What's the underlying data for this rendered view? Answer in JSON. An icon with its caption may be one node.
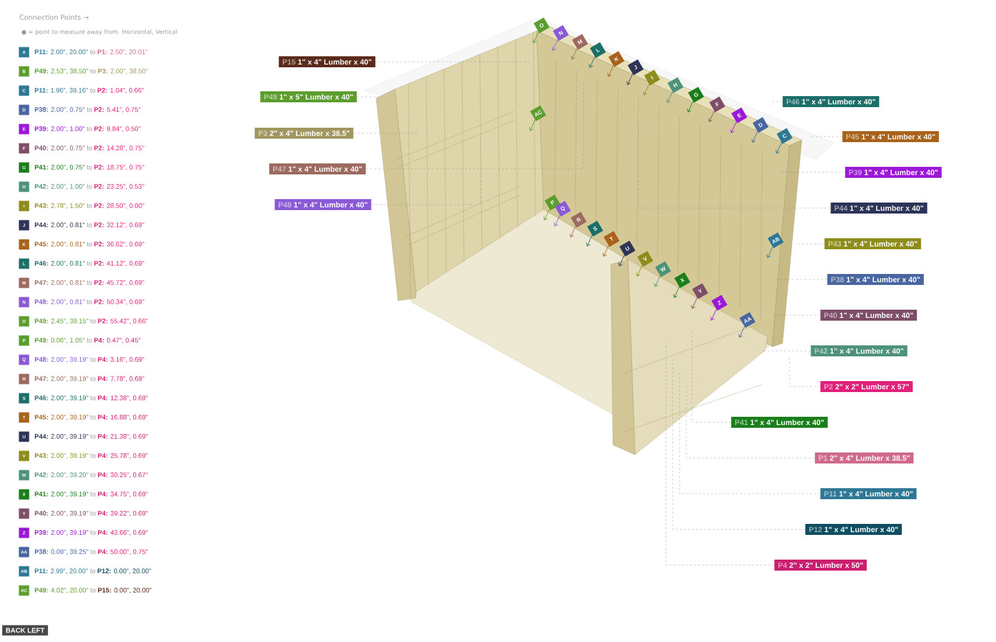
{
  "diagram": {
    "title": "Connection Points →",
    "labels": [
      "● = point to measure away from. Horizontal, Vertical"
    ],
    "nodes": [
      {
        "text": [
          "A"
        ],
        "beside": [
          "P11:",
          "2.00\", 20.00\"",
          "to",
          "P1:",
          "2.50\", 20.01\""
        ]
      },
      {
        "text": [
          "B"
        ],
        "beside": [
          "P49:",
          "2.53\", 38.50\"",
          "to",
          "P3:",
          "2.00\", 38.50\""
        ]
      },
      {
        "text": [
          "C"
        ],
        "beside": [
          "P11:",
          "1.96\", 39.16\"",
          "to",
          "P2:",
          "1.04\", 0.66\""
        ]
      },
      {
        "text": [
          "D"
        ],
        "beside": [
          "P38:",
          "2.00\", 0.75\"",
          "to",
          "P2:",
          "5.41\", 0.75\""
        ]
      },
      {
        "text": [
          "E"
        ],
        "beside": [
          "P39:",
          "2.00\", 1.00\"",
          "to",
          "P2:",
          "9.84\", 0.50\""
        ]
      },
      {
        "text": [
          "F"
        ],
        "beside": [
          "P40:",
          "2.00\", 0.75\"",
          "to",
          "P2:",
          "14.28\", 0.75\""
        ]
      },
      {
        "text": [
          "G"
        ],
        "beside": [
          "P41:",
          "2.00\", 0.75\"",
          "to",
          "P2:",
          "18.75\", 0.75\""
        ]
      },
      {
        "text": [
          "H"
        ],
        "beside": [
          "P42:",
          "2.00\", 1.00\"",
          "to",
          "P2:",
          "23.25\", 0.53\""
        ]
      },
      {
        "text": [
          "I"
        ],
        "beside": [
          "P43:",
          "2.78\", 1.50\"",
          "to",
          "P2:",
          "28.50\", 0.00\""
        ]
      },
      {
        "text": [
          "J"
        ],
        "beside": [
          "P44:",
          "2.00\", 0.81\"",
          "to",
          "P2:",
          "32.12\", 0.69\""
        ]
      },
      {
        "text": [
          "K"
        ],
        "beside": [
          "P45:",
          "2.00\", 0.81\"",
          "to",
          "P2:",
          "36.62\", 0.69\""
        ]
      },
      {
        "text": [
          "L"
        ],
        "beside": [
          "P46:",
          "2.00\", 0.81\"",
          "to",
          "P2:",
          "41.12\", 0.69\""
        ]
      },
      {
        "text": [
          "M"
        ],
        "beside": [
          "P47:",
          "2.00\", 0.81\"",
          "to",
          "P2:",
          "45.72\", 0.69\""
        ]
      },
      {
        "text": [
          "N"
        ],
        "beside": [
          "P48:",
          "2.00\", 0.81\"",
          "to",
          "P2:",
          "50.34\", 0.69\""
        ]
      },
      {
        "text": [
          "O"
        ],
        "beside": [
          "P49:",
          "2.45\", 39.15\"",
          "to",
          "P2:",
          "55.42\", 0.66\""
        ]
      },
      {
        "text": [
          "P"
        ],
        "beside": [
          "P49:",
          "0.06\", 1.05\"",
          "to",
          "P4:",
          "0.47\", 0.45\""
        ]
      },
      {
        "text": [
          "Q"
        ],
        "beside": [
          "P48:",
          "2.00\", 39.19\"",
          "to",
          "P4:",
          "3.16\", 0.69\""
        ]
      },
      {
        "text": [
          "R"
        ],
        "beside": [
          "P47:",
          "2.00\", 39.19\"",
          "to",
          "P4:",
          "7.78\", 0.69\""
        ]
      },
      {
        "text": [
          "S"
        ],
        "beside": [
          "P46:",
          "2.00\", 39.19\"",
          "to",
          "P4:",
          "12.38\", 0.69\""
        ]
      },
      {
        "text": [
          "T"
        ],
        "beside": [
          "P45:",
          "2.00\", 39.19\"",
          "to",
          "P4:",
          "16.88\", 0.69\""
        ]
      },
      {
        "text": [
          "U"
        ],
        "beside": [
          "P44:",
          "2.00\", 39.19\"",
          "to",
          "P4:",
          "21.38\", 0.69\""
        ]
      },
      {
        "text": [
          "V"
        ],
        "beside": [
          "P43:",
          "2.00\", 39.19\"",
          "to",
          "P4:",
          "25.78\", 0.69\""
        ]
      },
      {
        "text": [
          "W"
        ],
        "beside": [
          "P42:",
          "2.00\", 39.20\"",
          "to",
          "P4:",
          "30.25\", 0.67\""
        ]
      },
      {
        "text": [
          "X"
        ],
        "beside": [
          "P41:",
          "2.00\", 39.19\"",
          "to",
          "P4:",
          "34.75\", 0.69\""
        ]
      },
      {
        "text": [
          "Y"
        ],
        "beside": [
          "P40:",
          "2.00\", 39.19\"",
          "to",
          "P4:",
          "39.22\", 0.69\""
        ]
      },
      {
        "text": [
          "Z"
        ],
        "beside": [
          "P39:",
          "2.00\", 39.19\"",
          "to",
          "P4:",
          "43.66\", 0.69\""
        ]
      },
      {
        "text": [
          "AA"
        ],
        "beside": [
          "P38:",
          "0.09\", 39.25\"",
          "to",
          "P4:",
          "50.00\", 0.75\""
        ]
      },
      {
        "text": [
          "AB"
        ],
        "beside": [
          "P11:",
          "2.99\", 20.00\"",
          "to",
          "P12:",
          "0.00\", 20.00\""
        ]
      },
      {
        "text": [
          "AC"
        ],
        "beside": [
          "P49:",
          "4.02\", 20.00\"",
          "to",
          "P15:",
          "0.00\", 20.00\""
        ]
      },
      {
        "text": [
          "BACK LEFT"
        ]
      },
      {
        "text": [
          "P15",
          "1\" x 4\" Lumber x 40\""
        ]
      },
      {
        "text": [
          "P49",
          "1\" x 5\" Lumber x 40\""
        ]
      },
      {
        "text": [
          "P3",
          "2\" x 4\" Lumber x 38.5\""
        ]
      },
      {
        "text": [
          "P47",
          "1\" x 4\" Lumber x 40\""
        ]
      },
      {
        "text": [
          "P48",
          "1\" x 4\" Lumber x 40\""
        ]
      },
      {
        "text": [
          "P46",
          "1\" x 4\" Lumber x 40\""
        ]
      },
      {
        "text": [
          "P45",
          "1\" x 4\" Lumber x 40\""
        ]
      },
      {
        "text": [
          "P39",
          "1\" x 4\" Lumber x 40\""
        ]
      },
      {
        "text": [
          "P44",
          "1\" x 4\" Lumber x 40\""
        ]
      },
      {
        "text": [
          "P43",
          "1\" x 4\" Lumber x 40\""
        ]
      },
      {
        "text": [
          "P38",
          "1\" x 4\" Lumber x 40\""
        ]
      },
      {
        "text": [
          "P40",
          "1\" x 4\" Lumber x 40\""
        ]
      },
      {
        "text": [
          "P42",
          "1\" x 4\" Lumber x 40\""
        ]
      },
      {
        "text": [
          "P2",
          "2\" x 2\" Lumber x 57\""
        ]
      },
      {
        "text": [
          "P41",
          "1\" x 4\" Lumber x 40\""
        ]
      },
      {
        "text": [
          "P1",
          "2\" x 4\" Lumber x 38.5\""
        ]
      },
      {
        "text": [
          "P11",
          "1\" x 4\" Lumber x 40\""
        ]
      },
      {
        "text": [
          "P12",
          "1\" x 4\" Lumber x 40\""
        ]
      },
      {
        "text": [
          "P4",
          "2\" x 2\" Lumber x 50\""
        ]
      },
      {
        "text": [
          "C"
        ]
      },
      {
        "text": [
          "D"
        ]
      },
      {
        "text": [
          "E"
        ]
      },
      {
        "text": [
          "F"
        ]
      },
      {
        "text": [
          "G"
        ]
      },
      {
        "text": [
          "H"
        ]
      },
      {
        "text": [
          "I"
        ]
      },
      {
        "text": [
          "J"
        ]
      },
      {
        "text": [
          "K"
        ]
      },
      {
        "text": [
          "L"
        ]
      },
      {
        "text": [
          "M"
        ]
      },
      {
        "text": [
          "N"
        ]
      },
      {
        "text": [
          "O"
        ]
      },
      {
        "text": [
          "P"
        ]
      },
      {
        "text": [
          "Q"
        ]
      },
      {
        "text": [
          "R"
        ]
      },
      {
        "text": [
          "S"
        ]
      },
      {
        "text": [
          "T"
        ]
      },
      {
        "text": [
          "U"
        ]
      },
      {
        "text": [
          "V"
        ]
      },
      {
        "text": [
          "W"
        ]
      },
      {
        "text": [
          "X"
        ]
      },
      {
        "text": [
          "Y"
        ]
      },
      {
        "text": [
          "Z"
        ]
      },
      {
        "text": [
          "AA"
        ]
      },
      {
        "text": [
          "AB"
        ]
      },
      {
        "text": [
          "AC"
        ]
      }
    ],
    "edges": [
      {
        "from": 30,
        "to": null,
        "arrow": "none",
        "style": "dashed"
      },
      {
        "from": 31,
        "to": null,
        "arrow": "none",
        "style": "dashed"
      },
      {
        "from": 32,
        "to": null,
        "arrow": "none",
        "style": "dashed"
      },
      {
        "from": 33,
        "to": null,
        "arrow": "none",
        "style": "dashed"
      },
      {
        "from": 34,
        "to": null,
        "arrow": "none",
        "style": "dashed"
      },
      {
        "from": 35,
        "to": null,
        "arrow": "none",
        "style": "dashed"
      },
      {
        "from": 36,
        "to": null,
        "arrow": "none",
        "style": "dashed"
      },
      {
        "from": 37,
        "to": null,
        "arrow": "none",
        "style": "dashed"
      },
      {
        "from": 38,
        "to": null,
        "arrow": "none",
        "style": "dashed"
      },
      {
        "from": 39,
        "to": null,
        "arrow": "none",
        "style": "dashed"
      },
      {
        "from": 40,
        "to": null,
        "arrow": "none",
        "style": "dashed"
      },
      {
        "from": 41,
        "to": null,
        "arrow": "none",
        "style": "dashed"
      },
      {
        "from": 42,
        "to": null,
        "arrow": "none",
        "style": "dashed"
      },
      {
        "from": 43,
        "to": null,
        "arrow": "none",
        "style": "dashed"
      },
      {
        "from": 44,
        "to": null,
        "arrow": "none",
        "style": "dashed"
      },
      {
        "from": 45,
        "to": null,
        "arrow": "none",
        "style": "dashed"
      },
      {
        "from": 46,
        "to": null,
        "arrow": "none",
        "style": "dashed"
      },
      {
        "from": 47,
        "to": null,
        "arrow": "none",
        "style": "dashed"
      },
      {
        "from": 48,
        "to": null,
        "arrow": "none",
        "style": "dashed"
      },
      {
        "from": 49,
        "to": null,
        "arrow": "to",
        "color": "#2e7896"
      },
      {
        "from": 50,
        "to": null,
        "arrow": "to",
        "color": "#4a66a0"
      },
      {
        "from": 51,
        "to": null,
        "arrow": "to",
        "color": "#9b19d6"
      },
      {
        "from": 52,
        "to": null,
        "arrow": "to",
        "color": "#7e4e68"
      },
      {
        "from": 53,
        "to": null,
        "arrow": "to",
        "color": "#1a7e1a"
      },
      {
        "from": 54,
        "to": null,
        "arrow": "to",
        "color": "#4e927a"
      },
      {
        "from": 55,
        "to": null,
        "arrow": "to",
        "color": "#8e8c1a"
      },
      {
        "from": 56,
        "to": null,
        "arrow": "to",
        "color": "#2e3457"
      },
      {
        "from": 57,
        "to": null,
        "arrow": "to",
        "color": "#a8621a"
      },
      {
        "from": 58,
        "to": null,
        "arrow": "to",
        "color": "#1c6e68"
      },
      {
        "from": 59,
        "to": null,
        "arrow": "to",
        "color": "#9c6a5e"
      },
      {
        "from": 60,
        "to": null,
        "arrow": "to",
        "color": "#8a5ad6"
      },
      {
        "from": 61,
        "to": null,
        "arrow": "to",
        "color": "#5c9e2e"
      },
      {
        "from": 62,
        "to": null,
        "arrow": "to",
        "color": "#5c9e2e"
      },
      {
        "from": 63,
        "to": null,
        "arrow": "to",
        "color": "#8a5ad6"
      },
      {
        "from": 64,
        "to": null,
        "arrow": "to",
        "color": "#9c6a5e"
      },
      {
        "from": 65,
        "to": null,
        "arrow": "to",
        "color": "#1c6e68"
      },
      {
        "from": 66,
        "to": null,
        "arrow": "to",
        "color": "#a8621a"
      },
      {
        "from": 67,
        "to": null,
        "arrow": "to",
        "color": "#2e3457"
      },
      {
        "from": 68,
        "to": null,
        "arrow": "to",
        "color": "#8e8c1a"
      },
      {
        "from": 69,
        "to": null,
        "arrow": "to",
        "color": "#4e927a"
      },
      {
        "from": 70,
        "to": null,
        "arrow": "to",
        "color": "#1a7e1a"
      },
      {
        "from": 71,
        "to": null,
        "arrow": "to",
        "color": "#7e4e68"
      },
      {
        "from": 72,
        "to": null,
        "arrow": "to",
        "color": "#9b19d6"
      },
      {
        "from": 73,
        "to": null,
        "arrow": "to",
        "color": "#4a66a0"
      },
      {
        "from": 74,
        "to": null,
        "arrow": "to",
        "color": "#2e7896"
      },
      {
        "from": 75,
        "to": null,
        "arrow": "to",
        "color": "#5c9e2e"
      }
    ]
  }
}
